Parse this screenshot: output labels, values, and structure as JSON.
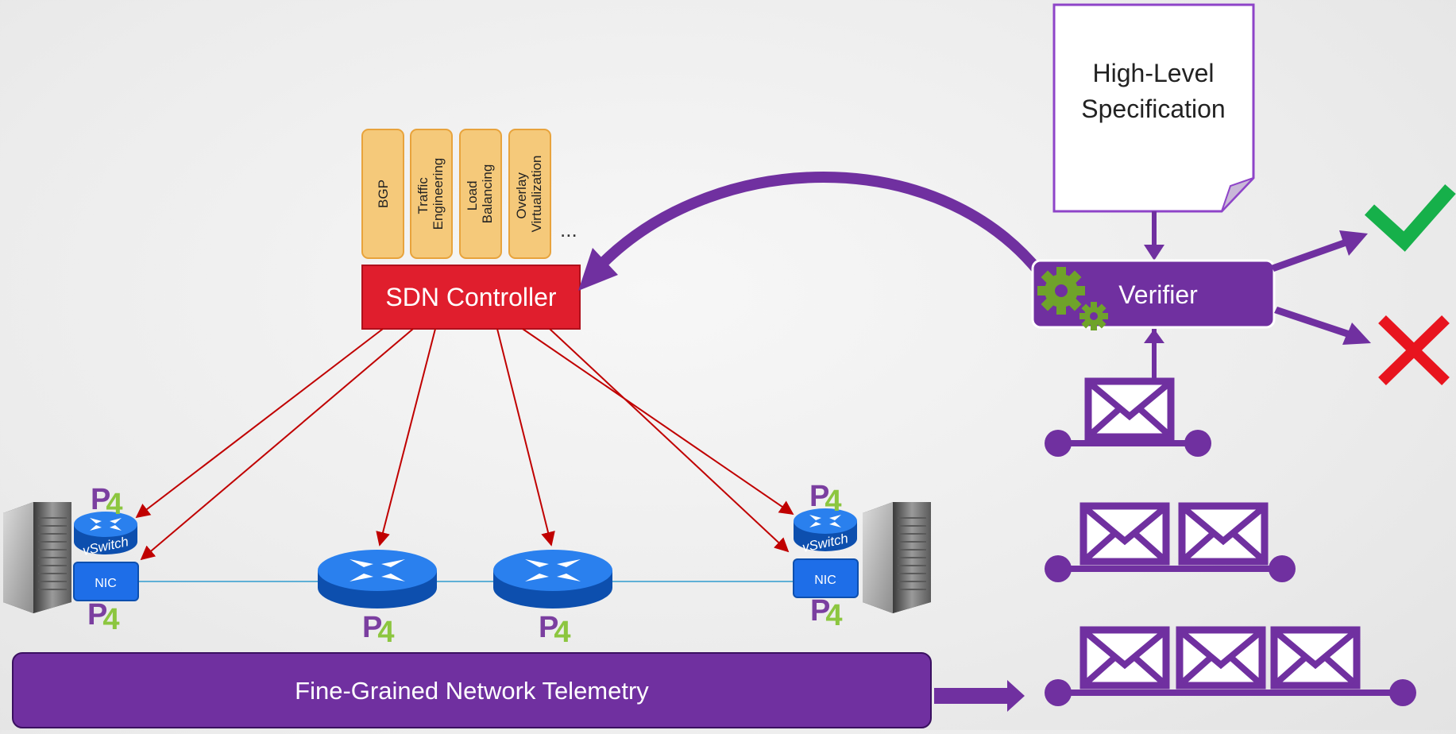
{
  "modules": [
    {
      "line1": "BGP",
      "line2": ""
    },
    {
      "line1": "Traffic",
      "line2": "Engineering"
    },
    {
      "line1": "Load",
      "line2": "Balancing"
    },
    {
      "line1": "Overlay",
      "line2": "Virtualization"
    }
  ],
  "ellipsis": "...",
  "controller_label": "SDN Controller",
  "spec": {
    "line1": "High-Level",
    "line2": "Specification"
  },
  "verifier_label": "Verifier",
  "vswitch_label": "vSwitch",
  "nic_label": "NIC",
  "p4_label": "P4",
  "telemetry_label": "Fine-Grained Network Telemetry",
  "colors": {
    "purple": "#7030a0",
    "module_fill": "#f5c97a",
    "module_stroke": "#e8a33c",
    "controller_red": "#e01e2d",
    "arrow_red": "#c00000",
    "router_blue": "#1e73e8",
    "link_blue": "#5fb0d6",
    "check_green": "#16b04a",
    "cross_red": "#e8141e",
    "gear_green": "#6fa32a",
    "p4_purple": "#7b3fa0",
    "p4_green": "#8cc63f"
  }
}
